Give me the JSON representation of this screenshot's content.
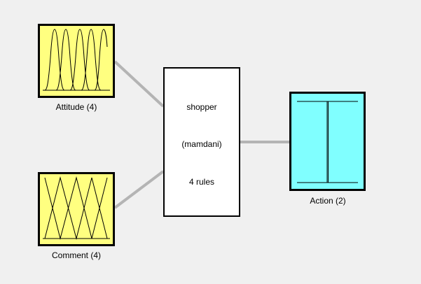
{
  "colors": {
    "background": "#f0f0f0",
    "input_fill": "#ffff80",
    "output_fill": "#80ffff",
    "system_fill": "#ffffff",
    "connector": "#b4b4b4"
  },
  "inputs": [
    {
      "label": "Attitude (4)",
      "mf_shape": "gaussian",
      "mf_count": 4
    },
    {
      "label": "Comment (4)",
      "mf_shape": "triangular",
      "mf_count": 4
    }
  ],
  "system": {
    "name": "shopper",
    "type": "(mamdani)",
    "rules": "4 rules"
  },
  "outputs": [
    {
      "label": "Action (2)",
      "mf_shape": "singleton",
      "mf_count": 2
    }
  ]
}
